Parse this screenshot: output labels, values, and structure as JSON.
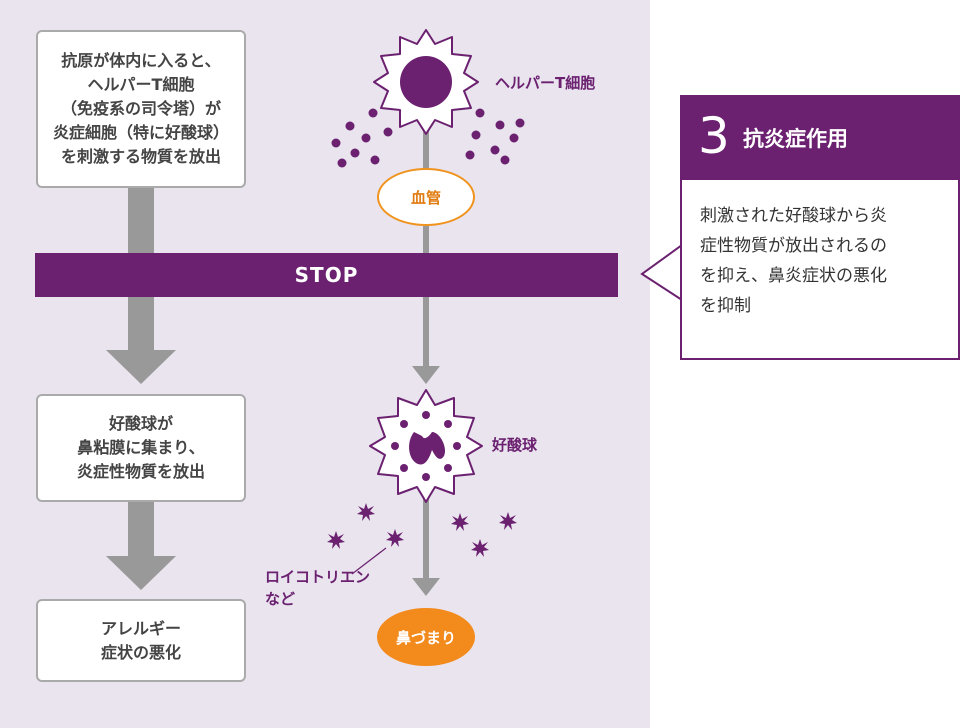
{
  "colors": {
    "background_panel": "#e9e4ee",
    "purple": "#6b2170",
    "orange": "#f28a1c",
    "gray_arrow": "#999999",
    "box_border": "#aaaaaa"
  },
  "flow_boxes": [
    {
      "text": "抗原が体内に入ると、\nヘルパーT細胞\n（免疫系の司令塔）が\n炎症細胞（特に好酸球）\nを刺激する物質を放出"
    },
    {
      "text": "好酸球が\n鼻粘膜に集まり、\n炎症性物質を放出"
    },
    {
      "text": "アレルギー\n症状の悪化"
    }
  ],
  "stop_label": "STOP",
  "cells": {
    "helper_t_label": "ヘルパーT細胞",
    "eosinophil_label": "好酸球",
    "leukotriene_label": "ロイコトリエン\nなど"
  },
  "blood_vessel_label": "血管",
  "nasal_congestion_label": "鼻づまり",
  "callout": {
    "number": "3",
    "title": "抗炎症作用",
    "body": "刺激された好酸球から炎\n症性物質が放出されるの\nを抑え、鼻炎症状の悪化\nを抑制"
  },
  "icons": [
    "helper-t-cell-icon",
    "eosinophil-icon",
    "leukotriene-particle-icon",
    "cytokine-dot-icon"
  ]
}
